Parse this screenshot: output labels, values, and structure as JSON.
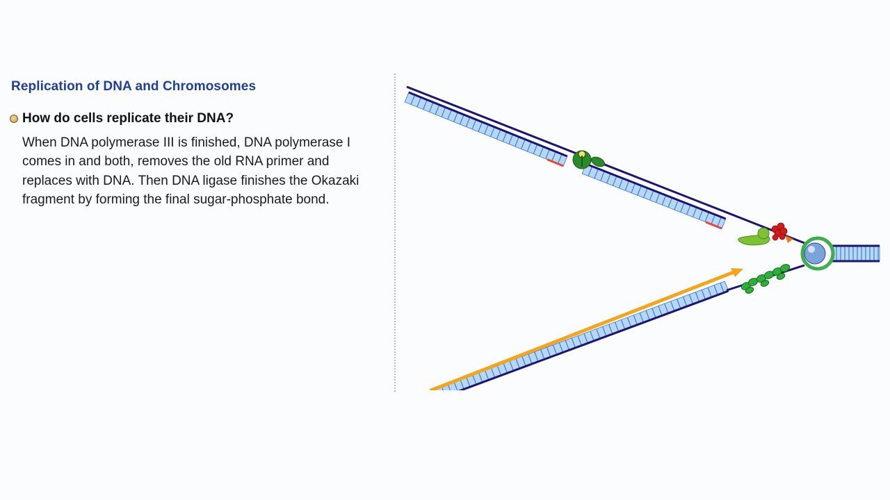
{
  "slide": {
    "title": "Replication of DNA and Chromosomes",
    "question": "How do cells replicate their DNA?",
    "body": "When DNA polymerase III is finished, DNA polymerase I comes in and both, removes the old RNA primer and replaces with DNA. Then DNA ligase finishes the Okazaki fragment by forming the final sugar-phosphate bond."
  },
  "colors": {
    "title": "#1f3f95",
    "strand_backbone": "#1c1470",
    "base_fill": "#b6d7f7",
    "base_line": "#3576c8",
    "primer": "#e5483b",
    "leading_arrow": "#f4a51c",
    "ssb": "#2fae3a",
    "helicase_ring": "#3fae4e",
    "clamp_core": "#7ba4dc",
    "primase": "#d21b1b",
    "polymerase_i": "#2a8a2a",
    "ligase": "#7cc232"
  },
  "icons": {
    "bullet": "orange-circle-bullet-icon"
  }
}
